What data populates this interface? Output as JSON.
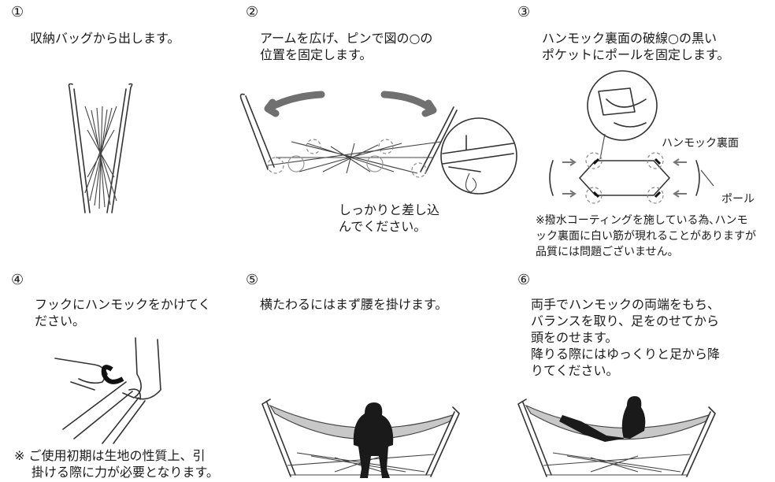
{
  "steps": [
    {
      "num": "①",
      "lines": [
        "収納バッグから出します。"
      ]
    },
    {
      "num": "②",
      "lines": [
        "アームを広げ、ピンで図の○の",
        "位置を固定します。"
      ],
      "callout": [
        "しっかりと差し込",
        "んでください。"
      ]
    },
    {
      "num": "③",
      "lines": [
        "ハンモック裏面の破線○の黒い",
        "ポケットにポールを固定します。"
      ],
      "label_back": "ハンモック裏面",
      "label_pole": "ポール",
      "note": [
        "※撥水コーティングを施している為､ハンモ",
        "ック裏面に白い筋が現れることがありますが",
        "品質には問題ございません。"
      ]
    },
    {
      "num": "④",
      "lines": [
        "フックにハンモックをかけてく",
        "ださい。"
      ],
      "note": [
        "※ ご使用初期は生地の性質上、引",
        "掛ける際に力が必要となります。"
      ]
    },
    {
      "num": "⑤",
      "lines": [
        "横たわるにはまず腰を掛けます。"
      ]
    },
    {
      "num": "⑥",
      "lines": [
        "両手でハンモックの両端をもち、",
        "バランスを取り、足をのせてから",
        "頭をのせます。",
        "降りる際にはゆっくりと足から降",
        "りてください。"
      ]
    }
  ],
  "colors": {
    "fabric": "#c8c8c8",
    "frame": "#333333",
    "arrow": "#707070",
    "silhouette": "#1a1a1a"
  }
}
